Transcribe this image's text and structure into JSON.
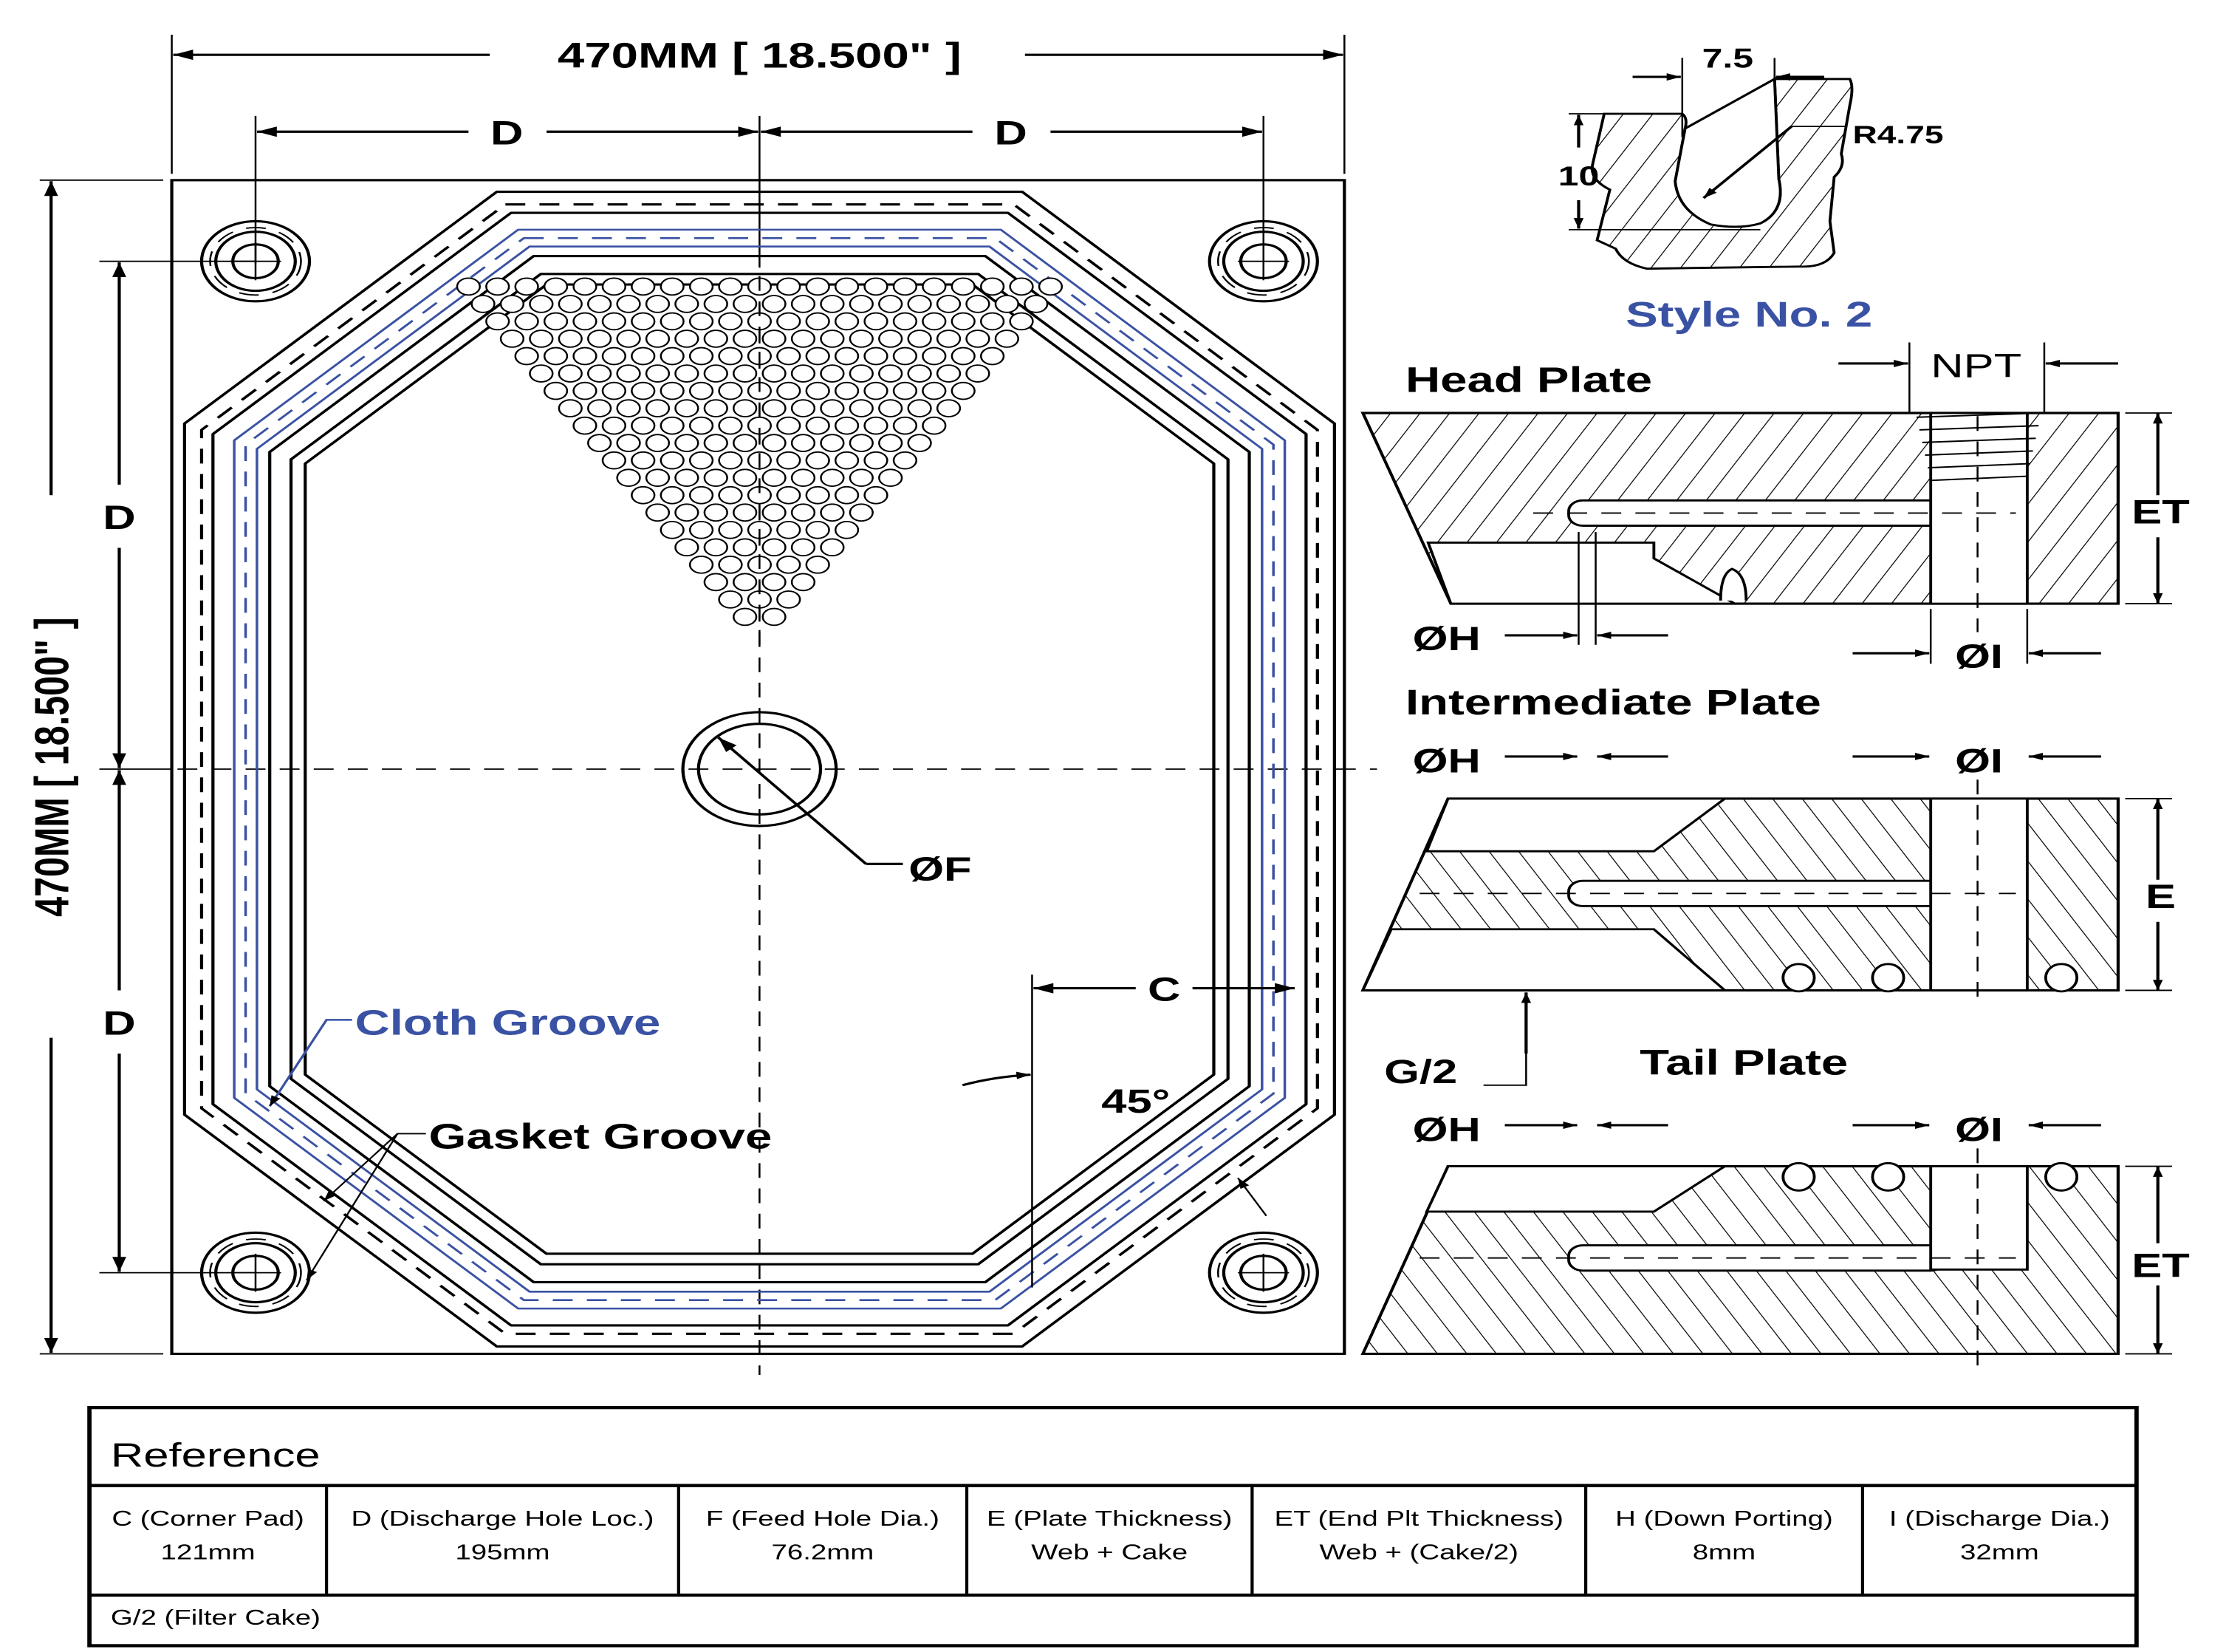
{
  "colors": {
    "line": "#000000",
    "accent_blue": "#3a52a3",
    "background": "#ffffff"
  },
  "plate_view": {
    "width_dimension": "470MM [ 18.500\" ]",
    "height_dimension": "470MM [ 18.500\" ]",
    "d_label_top_left": "D",
    "d_label_top_right": "D",
    "d_label_left_upper": "D",
    "d_label_left_lower": "D",
    "feed_hole_label": "ØF",
    "corner_pad_label": "C",
    "angle_label": "45°",
    "cloth_groove_label": "Cloth Groove",
    "gasket_groove_label": "Gasket Groove"
  },
  "style_detail": {
    "title": "Style No. 2",
    "width_dim": "7.5",
    "depth_dim": "10",
    "radius_dim": "R4.75"
  },
  "sections": {
    "head_plate": {
      "title": "Head Plate",
      "npt_label": "NPT",
      "thickness_label": "ET",
      "h_label": "ØH",
      "i_label": "ØI"
    },
    "intermediate_plate": {
      "title": "Intermediate Plate",
      "thickness_label": "E",
      "h_label": "ØH",
      "i_label": "ØI",
      "cake_label": "G/2"
    },
    "tail_plate": {
      "title": "Tail Plate",
      "thickness_label": "ET",
      "h_label": "ØH",
      "i_label": "ØI"
    }
  },
  "reference_table": {
    "title": "Reference",
    "columns": [
      {
        "header": "C (Corner Pad)",
        "value": "121mm"
      },
      {
        "header": "D (Discharge Hole Loc.)",
        "value": "195mm"
      },
      {
        "header": "F (Feed Hole Dia.)",
        "value": "76.2mm"
      },
      {
        "header": "E (Plate Thickness)",
        "value": "Web + Cake"
      },
      {
        "header": "ET (End Plt Thickness)",
        "value": "Web + (Cake/2)"
      },
      {
        "header": "H (Down Porting)",
        "value": "8mm"
      },
      {
        "header": "I (Discharge Dia.)",
        "value": "32mm"
      }
    ],
    "footer": "G/2 (Filter Cake)"
  }
}
